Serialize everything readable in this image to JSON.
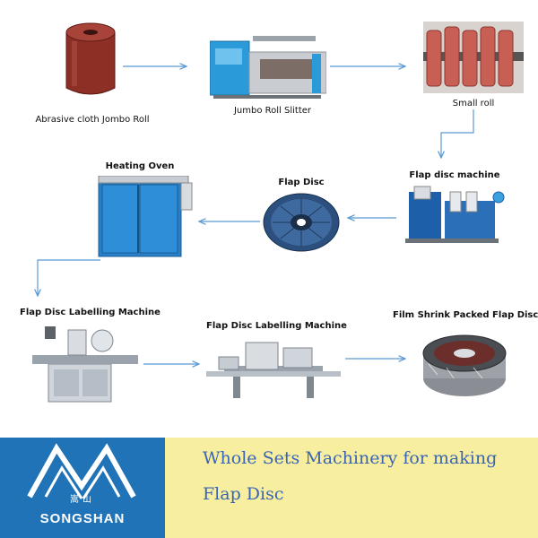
{
  "nodes": [
    {
      "id": "abrasive-roll",
      "label": "Abrasive cloth Jombo Roll"
    },
    {
      "id": "jumbo-slitter",
      "label": "Jumbo Roll Slitter"
    },
    {
      "id": "small-roll",
      "label": "Small roll"
    },
    {
      "id": "flap-disc-machine",
      "label": "Flap disc machine"
    },
    {
      "id": "flap-disc",
      "label": "Flap Disc"
    },
    {
      "id": "heating-oven",
      "label": "Heating Oven"
    },
    {
      "id": "labelling-machine-1",
      "label": "Flap Disc Labelling Machine"
    },
    {
      "id": "labelling-machine-2",
      "label": "Flap Disc Labelling Machine"
    },
    {
      "id": "shrink-packed",
      "label": "Film Shrink Packed Flap Disc"
    }
  ],
  "edges": [
    {
      "from": "abrasive-roll",
      "to": "jumbo-slitter"
    },
    {
      "from": "jumbo-slitter",
      "to": "small-roll"
    },
    {
      "from": "small-roll",
      "to": "flap-disc-machine"
    },
    {
      "from": "flap-disc-machine",
      "to": "flap-disc"
    },
    {
      "from": "flap-disc",
      "to": "heating-oven"
    },
    {
      "from": "heating-oven",
      "to": "labelling-machine-1"
    },
    {
      "from": "labelling-machine-1",
      "to": "labelling-machine-2"
    },
    {
      "from": "labelling-machine-2",
      "to": "shrink-packed"
    }
  ],
  "footer": {
    "tagline_line1": "Whole Sets Machinery for making",
    "tagline_line2": "Flap Disc",
    "brand": "SONGSHAN",
    "brand_cn": "嵩山"
  },
  "colors": {
    "arrow": "#5b9bd5",
    "logo_bg": "#1f73b6",
    "tagline_bg": "#f7eea0",
    "tagline_text": "#3a64b4"
  }
}
